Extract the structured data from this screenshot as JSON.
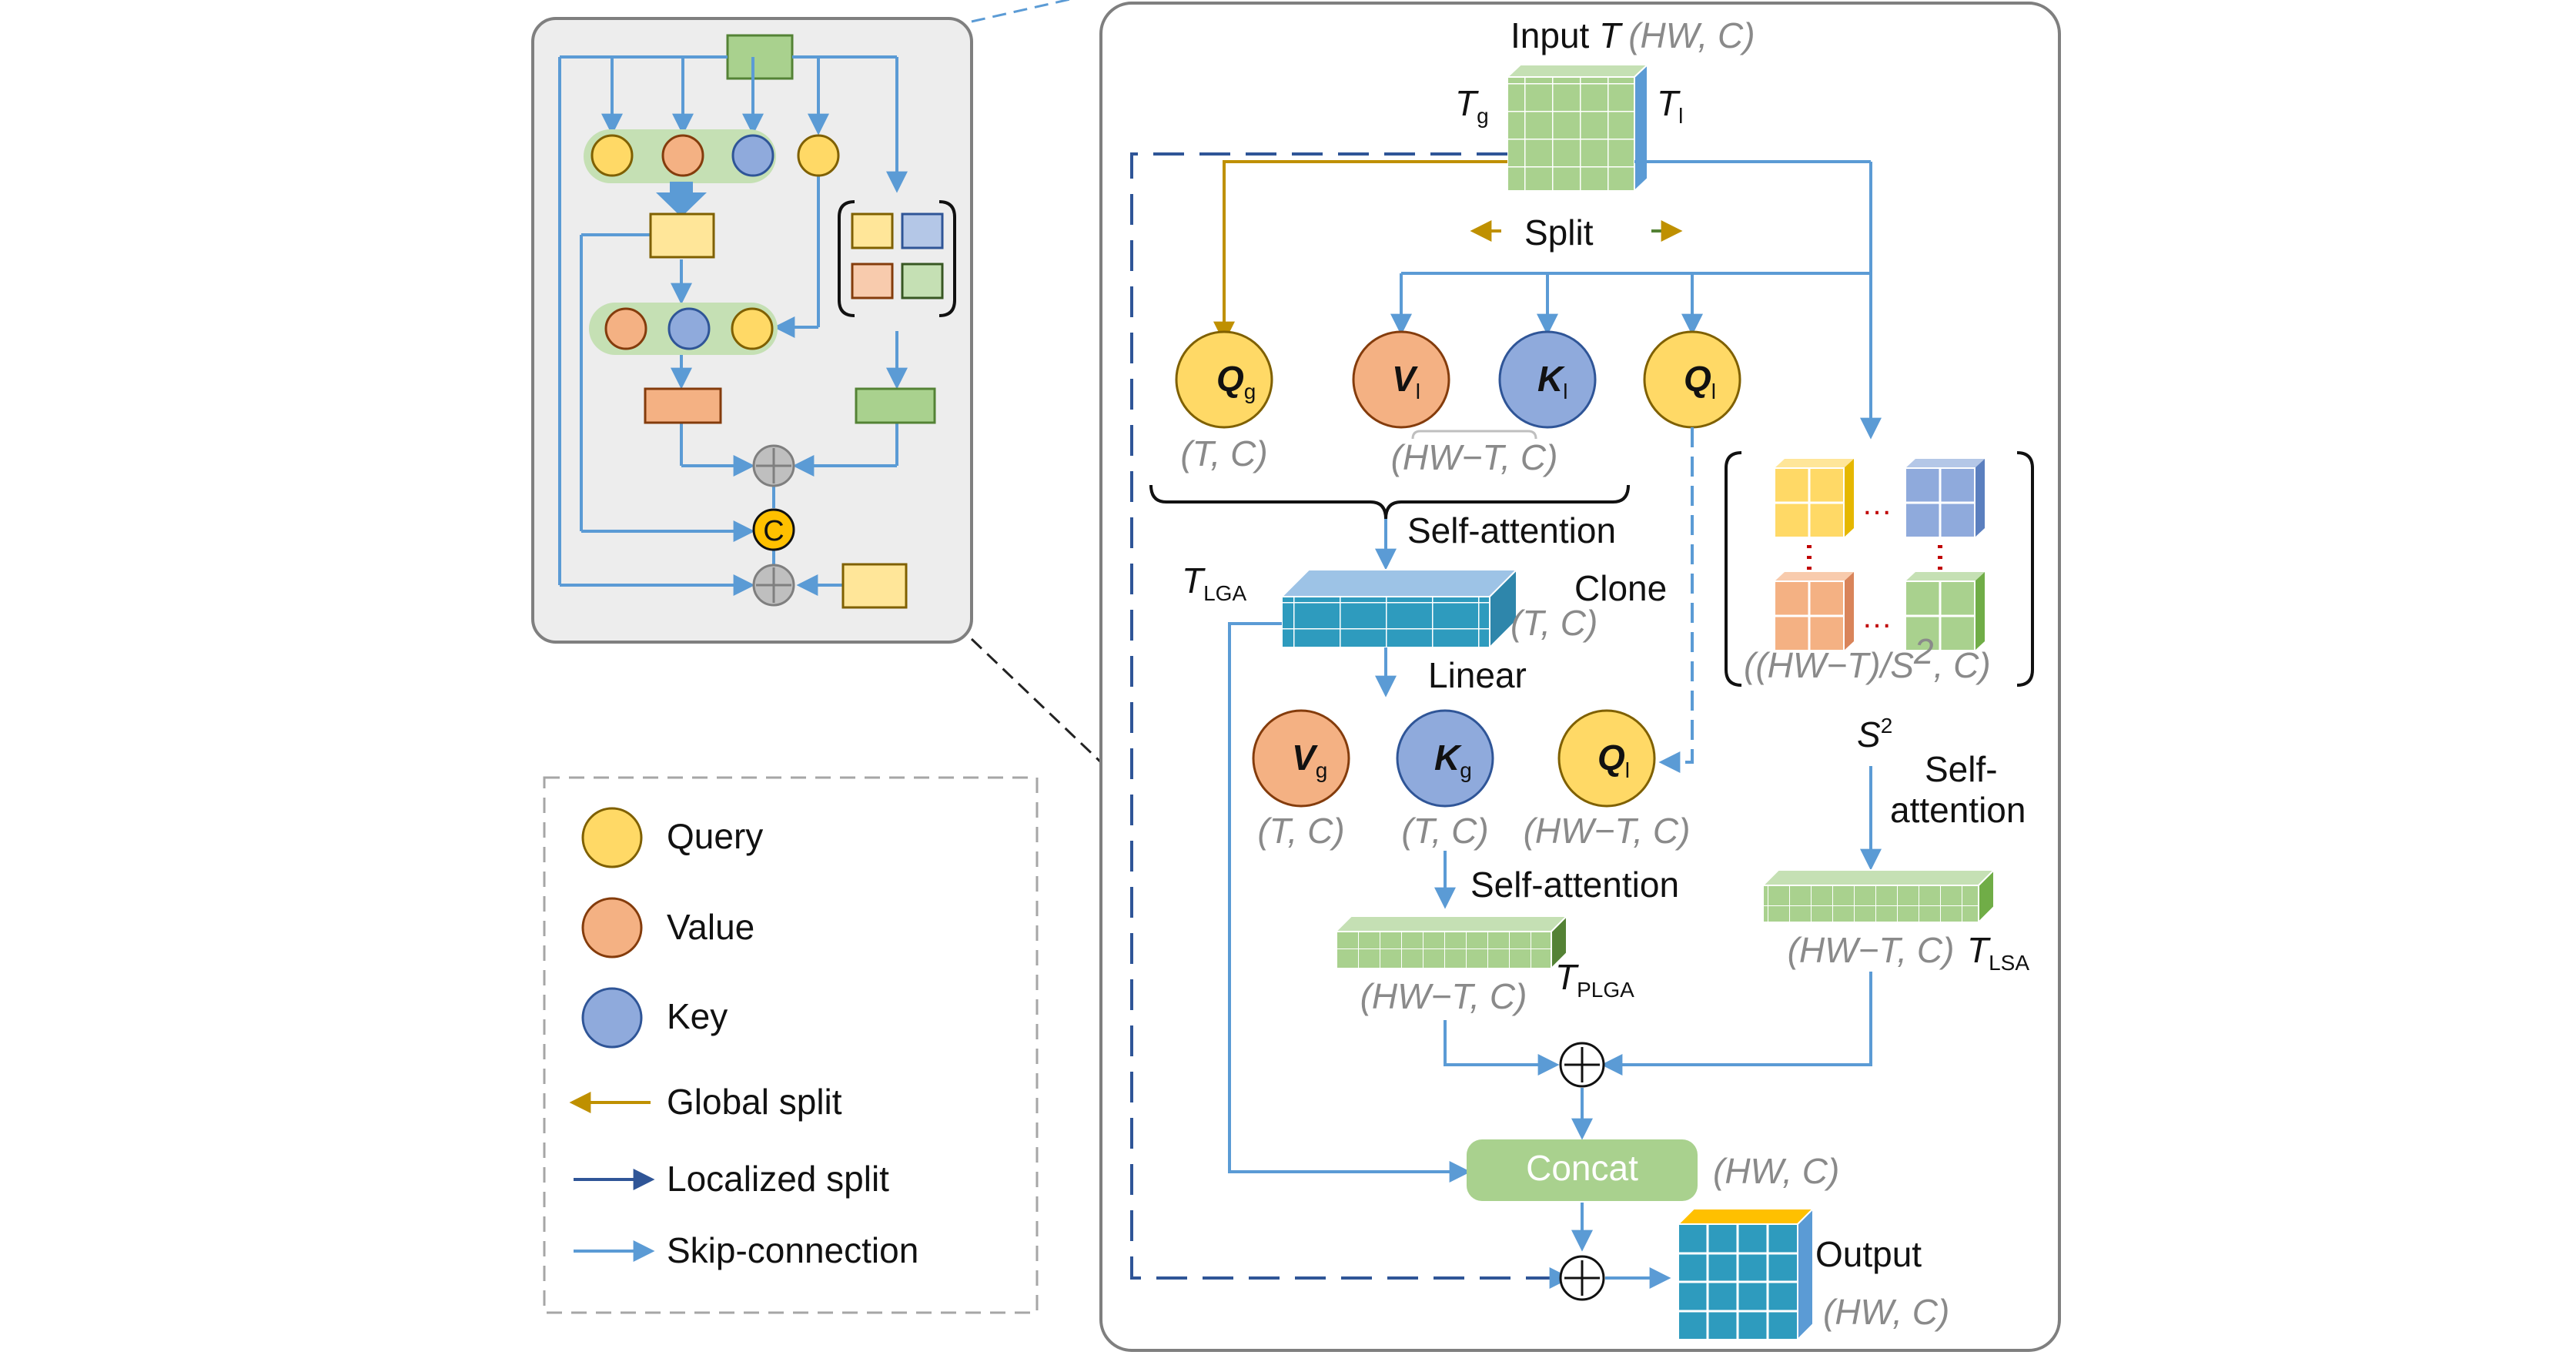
{
  "colors": {
    "query": "#FFD966",
    "value": "#F4B183",
    "key": "#8FAADC",
    "global_split": "#BF9000",
    "localized_split": "#2F5597",
    "skip": "#5B9BD5",
    "green_cell": "#A9D18E",
    "teal_cell": "#2E9BBE",
    "concat_fill": "#A9D18E",
    "panel_bg": "#EDEDED"
  },
  "legend": {
    "query": "Query",
    "value": "Value",
    "key": "Key",
    "global_split": "Global split",
    "localized_split": "Localized split",
    "skip_connection": "Skip-connection"
  },
  "overview": {
    "concat_symbol": "C"
  },
  "main": {
    "input_label": "Input ",
    "input_var": "T",
    "input_dim": "(HW, C)",
    "t_g": "T",
    "t_g_sub": "g",
    "t_l": "T",
    "t_l_sub": "l",
    "split": "Split",
    "q_g": "Q",
    "q_g_sub": "g",
    "q_g_dim": "(T, C)",
    "v_l": "V",
    "v_l_sub": "l",
    "k_l": "K",
    "k_l_sub": "l",
    "vk_l_dim": "(HW−T, C)",
    "q_l": "Q",
    "q_l_sub": "l",
    "self_attention_1": "Self-attention",
    "t_lga": "T",
    "t_lga_sub": "LGA",
    "clone": "Clone",
    "lga_dim": "(T, C)",
    "linear": "Linear",
    "v_g": "V",
    "v_g_sub": "g",
    "v_g_dim": "(T, C)",
    "k_g": "K",
    "k_g_sub": "g",
    "k_g_dim": "(T, C)",
    "q_l2": "Q",
    "q_l2_sub": "l",
    "q_l2_dim": "(HW−T, C)",
    "self_attention_2": "Self-attention",
    "plga_dim": "(HW−T, C)",
    "t_plga": "T",
    "t_plga_sub": "PLGA",
    "windows_dim_pre": "((HW−T)/",
    "windows_dim_s": "S",
    "windows_dim_sup": "2",
    "windows_dim_post": ", C)",
    "s2": "S",
    "s2_sup": "2",
    "self_attention_3a": "Self-",
    "self_attention_3b": "attention",
    "lsa_dim": "(HW−T, C)",
    "t_lsa": "T",
    "t_lsa_sub": "LSA",
    "concat": "Concat",
    "concat_dim": "(HW, C)",
    "output": "Output",
    "output_dim": "(HW, C)",
    "dots": "…"
  }
}
